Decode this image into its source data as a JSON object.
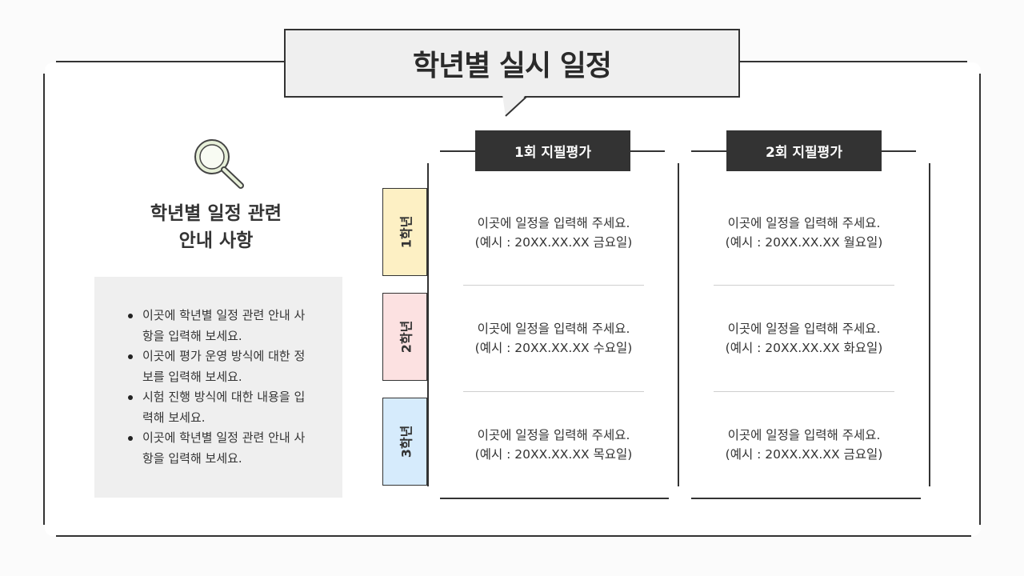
{
  "title": "학년별 실시 일정",
  "info": {
    "title_line1": "학년별 일정 관련",
    "title_line2": "안내 사항",
    "items": [
      "이곳에 학년별 일정 관련 안내 사항을 입력해 보세요.",
      "이곳에 평가 운영 방식에 대한 정보를 입력해 보세요.",
      "시험 진행 방식에 대한 내용을 입력해 보세요.",
      "이곳에 학년별 일정 관련 안내 사항을 입력해 보세요."
    ],
    "icon": "magnifier-icon"
  },
  "grades": [
    {
      "label": "1학년",
      "color": "#fdf0c4"
    },
    {
      "label": "2학년",
      "color": "#fce1e1"
    },
    {
      "label": "3학년",
      "color": "#d6ebfc"
    }
  ],
  "columns": [
    {
      "header": "1회 지필평가",
      "cells": [
        {
          "line1": "이곳에 일정을 입력해 주세요.",
          "line2": "(예시 : 20XX.XX.XX 금요일)"
        },
        {
          "line1": "이곳에 일정을 입력해 주세요.",
          "line2": "(예시 : 20XX.XX.XX 수요일)"
        },
        {
          "line1": "이곳에 일정을 입력해 주세요.",
          "line2": "(예시 : 20XX.XX.XX 목요일)"
        }
      ]
    },
    {
      "header": "2회 지필평가",
      "cells": [
        {
          "line1": "이곳에 일정을 입력해 주세요.",
          "line2": "(예시 : 20XX.XX.XX 월요일)"
        },
        {
          "line1": "이곳에 일정을 입력해 주세요.",
          "line2": "(예시 : 20XX.XX.XX 화요일)"
        },
        {
          "line1": "이곳에 일정을 입력해 주세요.",
          "line2": "(예시 : 20XX.XX.XX 금요일)"
        }
      ]
    }
  ],
  "colors": {
    "dark": "#333333",
    "panel": "#efefef",
    "icon_fill": "#e7f0d9"
  }
}
